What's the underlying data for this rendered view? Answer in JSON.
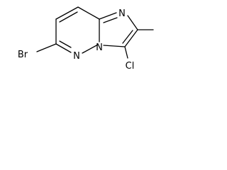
{
  "molecule": {
    "atoms": {
      "bromine": "Br",
      "chlorine": "Cl",
      "nitrogen_imidazole": "N",
      "nitrogen_pyridazine": "N",
      "nitrogen_bridgehead": "N"
    }
  }
}
